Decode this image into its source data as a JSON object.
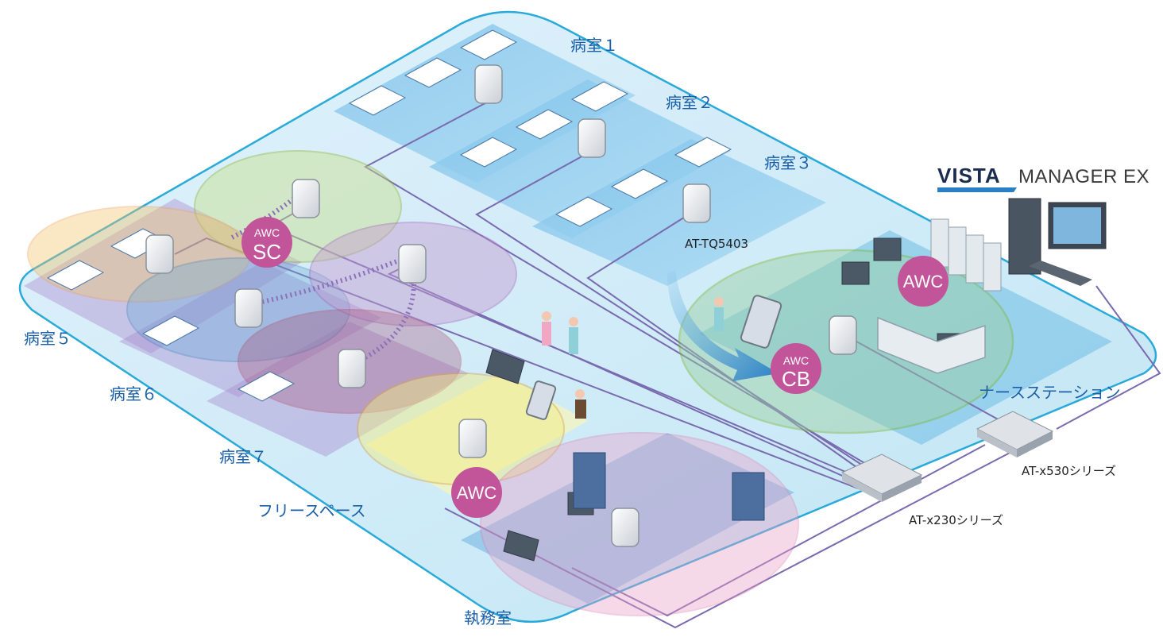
{
  "diagram": {
    "logo": {
      "brand": "VISTA",
      "product": " MANAGER EX"
    },
    "rooms": [
      {
        "id": "room1",
        "label": "病室１"
      },
      {
        "id": "room2",
        "label": "病室２"
      },
      {
        "id": "room3",
        "label": "病室３"
      },
      {
        "id": "room5",
        "label": "病室５"
      },
      {
        "id": "room6",
        "label": "病室６"
      },
      {
        "id": "room7",
        "label": "病室７"
      }
    ],
    "areas": {
      "free_space": "フリースペース",
      "office": "執務室",
      "nurse_station": "ナースステーション"
    },
    "devices": {
      "ap_model": "AT-TQ5403",
      "switch_x230": "AT-x230シリーズ",
      "switch_x530": "AT-x530シリーズ"
    },
    "badges": {
      "awc_sc_top": "AWC",
      "awc_sc_bottom": "SC",
      "awc_cb_top": "AWC",
      "awc_cb_bottom": "CB",
      "awc_nurse": "AWC",
      "awc_free": "AWC"
    },
    "colors": {
      "floor": "#cde9f7",
      "outline": "#1fa6d8",
      "cable": "#7a6bb0",
      "badge": "#c2559a",
      "label": "#1a5fa8"
    }
  }
}
